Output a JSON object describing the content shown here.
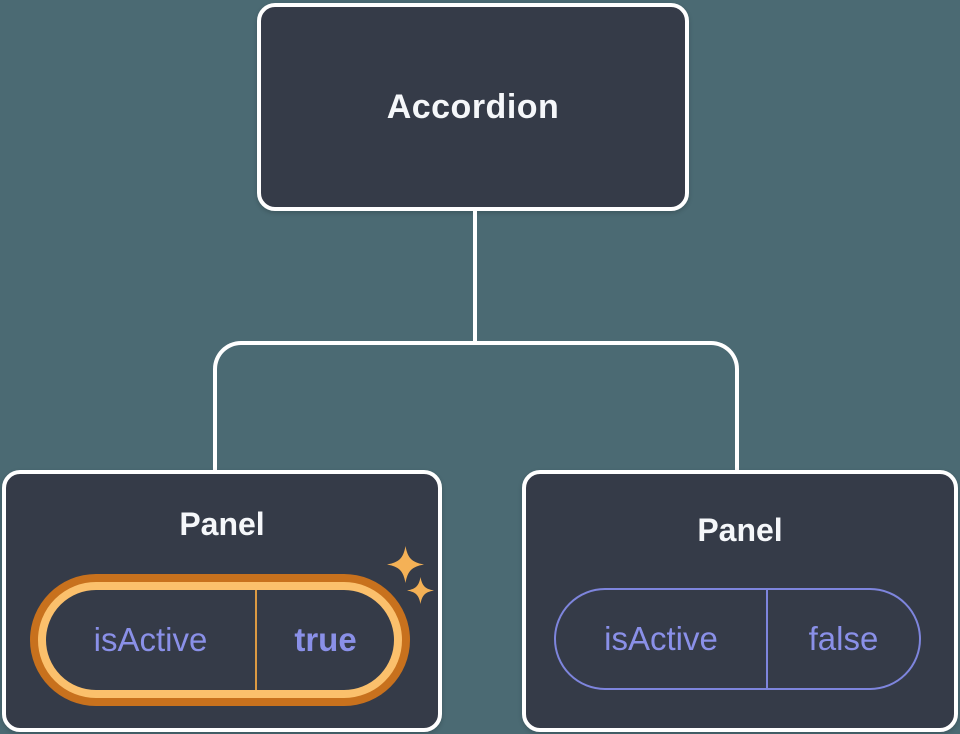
{
  "diagram": {
    "title": "component-tree",
    "root": {
      "label": "Accordion"
    },
    "children": [
      {
        "label": "Panel",
        "prop_name": "isActive",
        "prop_value": "true",
        "highlighted": true
      },
      {
        "label": "Panel",
        "prop_name": "isActive",
        "prop_value": "false",
        "highlighted": false
      }
    ]
  },
  "colors": {
    "background": "#4B6A73",
    "node_fill": "#353B48",
    "node_border": "#FFFFFF",
    "connector": "#FFFFFF",
    "title_text": "#F5F7FA",
    "prop_text": "#8A90E8",
    "prop_border": "#7E85DD",
    "highlight_ring_outer": "#C8711D",
    "highlight_ring_inner": "#FBC06C",
    "highlight_divider": "#DC9A43",
    "sparkle": "#F4B156"
  }
}
